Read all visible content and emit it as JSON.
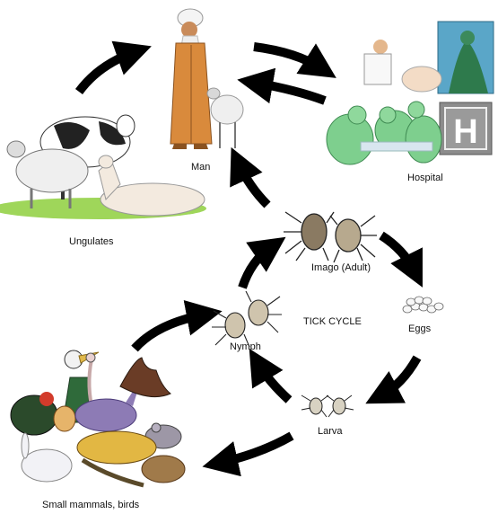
{
  "labels": {
    "man": "Man",
    "hospital": "Hospital",
    "ungulates": "Ungulates",
    "imago": "Imago (Adult)",
    "tick_cycle": "TICK CYCLE",
    "nymph": "Nymph",
    "eggs": "Eggs",
    "larva": "Larva",
    "small_mammals": "Small mammals, birds",
    "hospital_sign": "H"
  },
  "colors": {
    "arrow": "#000000",
    "surgeon_green": "#7ecf8e",
    "man_robe": "#d98a3c",
    "hospital_panel": "#5aa6c8",
    "sign_gray": "#8c8c8c",
    "tick_dark": "#222222",
    "grass": "#9fd65a"
  }
}
